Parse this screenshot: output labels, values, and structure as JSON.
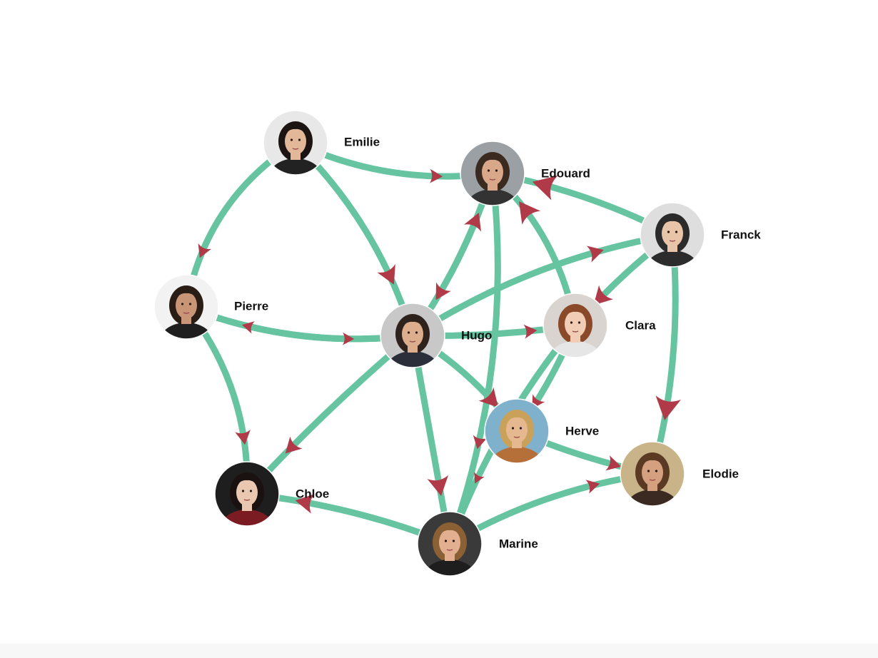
{
  "colors": {
    "edge": "#66c4a0",
    "arrow": "#b03a48",
    "label": "#111111",
    "background": "#ffffff"
  },
  "nodes": [
    {
      "id": "emilie",
      "label": "Emilie",
      "photo": "portrait-dark-long-hair"
    },
    {
      "id": "edouard",
      "label": "Edouard",
      "photo": "portrait-short-dark-hair-beard"
    },
    {
      "id": "franck",
      "label": "Franck",
      "photo": "portrait-glasses-beard"
    },
    {
      "id": "pierre",
      "label": "Pierre",
      "photo": "portrait-suit-dark-hair"
    },
    {
      "id": "hugo",
      "label": "Hugo",
      "photo": "portrait-suit-beard"
    },
    {
      "id": "clara",
      "label": "Clara",
      "photo": "portrait-auburn-hair"
    },
    {
      "id": "herve",
      "label": "Herve",
      "photo": "portrait-blond-outdoor"
    },
    {
      "id": "elodie",
      "label": "Elodie",
      "photo": "portrait-brown-hair"
    },
    {
      "id": "chloe",
      "label": "Chloe",
      "photo": "portrait-dark-background"
    },
    {
      "id": "marine",
      "label": "Marine",
      "photo": "portrait-wavy-hair"
    }
  ],
  "edges": [
    {
      "source": "emilie",
      "target": "pierre"
    },
    {
      "source": "emilie",
      "target": "edouard"
    },
    {
      "source": "emilie",
      "target": "hugo"
    },
    {
      "source": "edouard",
      "target": "hugo"
    },
    {
      "source": "hugo",
      "target": "edouard"
    },
    {
      "source": "clara",
      "target": "edouard"
    },
    {
      "source": "edouard",
      "target": "marine"
    },
    {
      "source": "franck",
      "target": "edouard"
    },
    {
      "source": "hugo",
      "target": "franck"
    },
    {
      "source": "franck",
      "target": "clara"
    },
    {
      "source": "franck",
      "target": "elodie"
    },
    {
      "source": "pierre",
      "target": "hugo"
    },
    {
      "source": "hugo",
      "target": "pierre"
    },
    {
      "source": "pierre",
      "target": "chloe"
    },
    {
      "source": "hugo",
      "target": "clara"
    },
    {
      "source": "hugo",
      "target": "chloe"
    },
    {
      "source": "hugo",
      "target": "marine"
    },
    {
      "source": "hugo",
      "target": "herve"
    },
    {
      "source": "clara",
      "target": "herve"
    },
    {
      "source": "clara",
      "target": "marine"
    },
    {
      "source": "herve",
      "target": "elodie"
    },
    {
      "source": "marine",
      "target": "elodie"
    },
    {
      "source": "marine",
      "target": "chloe"
    }
  ]
}
